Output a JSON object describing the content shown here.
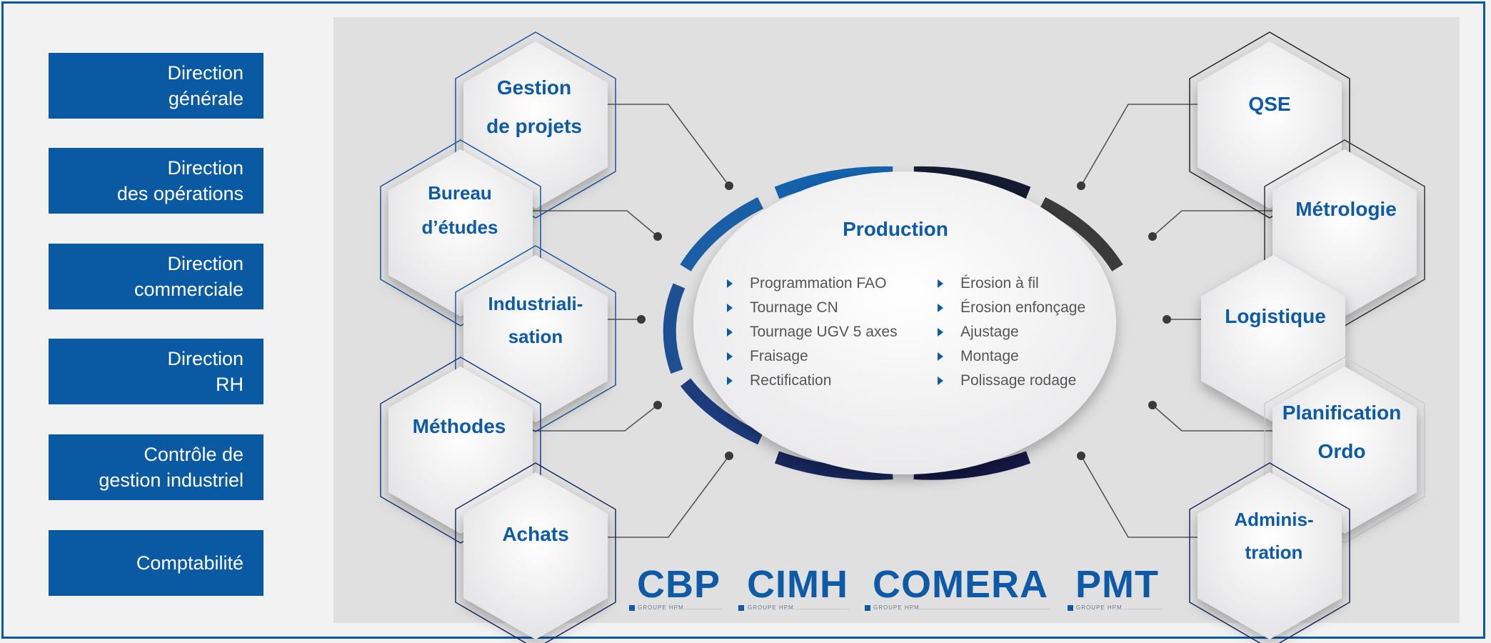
{
  "directions": [
    {
      "label": "Direction\ngénérale"
    },
    {
      "label": "Direction\ndes opérations"
    },
    {
      "label": "Direction\ncommerciale"
    },
    {
      "label": "Direction\nRH"
    },
    {
      "label": "Contrôle de\ngestion industriel"
    },
    {
      "label": "Comptabilité"
    }
  ],
  "left_hexes": [
    {
      "label": "Gestion\nde projets"
    },
    {
      "label": "Bureau\nd’études"
    },
    {
      "label": "Industriali-\nsation"
    },
    {
      "label": "Méthodes"
    },
    {
      "label": "Achats"
    }
  ],
  "right_hexes": [
    {
      "label": "QSE"
    },
    {
      "label": "Métrologie"
    },
    {
      "label": "Logistique"
    },
    {
      "label": "Planification\nOrdo"
    },
    {
      "label": "Adminis-\ntration"
    }
  ],
  "production": {
    "title": "Production",
    "col1": [
      "Programmation FAO",
      "Tournage CN",
      "Tournage UGV 5 axes",
      "Fraisage",
      "Rectification"
    ],
    "col2": [
      "Érosion à fil",
      "Érosion enfonçage",
      "Ajustage",
      "Montage",
      "Polissage rodage"
    ]
  },
  "logos": [
    {
      "name": "CBP",
      "sub": "GROUPE HPM"
    },
    {
      "name": "CIMH",
      "sub": "GROUPE HPM"
    },
    {
      "name": "COMERA",
      "sub": "GROUPE HPM"
    },
    {
      "name": "PMT",
      "sub": "GROUPE HPM"
    }
  ],
  "colors": {
    "brand_blue": "#0a5aa3",
    "dark_navy": "#141a40",
    "panel_gray": "#e0e0e1"
  }
}
